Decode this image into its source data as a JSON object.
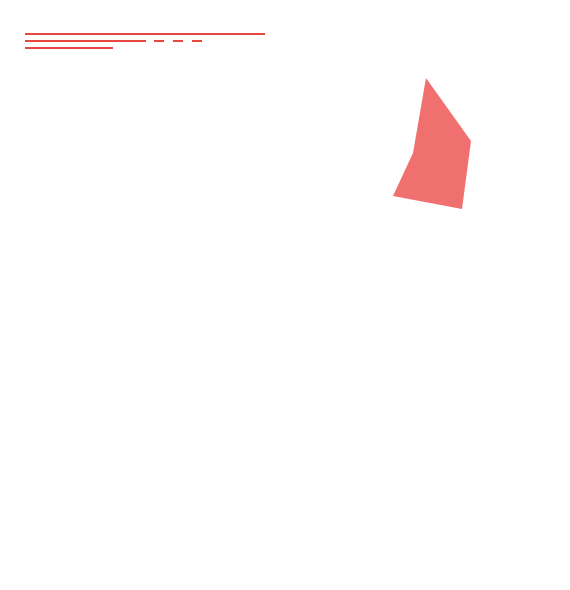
{
  "colors": {
    "background": "#ffffff",
    "line_accent": "#e8473f",
    "shape_fill": "#f07070"
  },
  "decorations": {
    "lines": [
      {
        "name": "top-line",
        "style": "solid"
      },
      {
        "name": "middle-line",
        "style": "solid"
      },
      {
        "name": "middle-dashes",
        "style": "dashed"
      },
      {
        "name": "bottom-line",
        "style": "solid"
      }
    ],
    "shape": {
      "name": "polygon-shape",
      "kind": "irregular-pentagon"
    }
  }
}
